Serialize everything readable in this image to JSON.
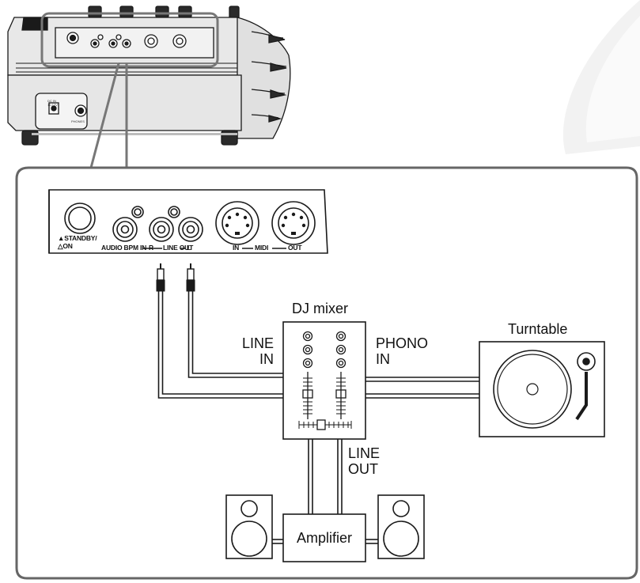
{
  "labels": {
    "dj_mixer": "DJ mixer",
    "turntable": "Turntable",
    "line_in": [
      "LINE",
      "IN"
    ],
    "phono_in": [
      "PHONO",
      "IN"
    ],
    "line_out": [
      "LINE",
      "OUT"
    ],
    "amplifier": "Amplifier"
  },
  "panel": {
    "standby": [
      "STANDBY/",
      "ON"
    ],
    "audio_bpm_in": "AUDIO BPM IN",
    "line_out_r": "R",
    "line_out": "LINE OUT",
    "line_out_l": "L",
    "midi_in": "IN",
    "midi": "MIDI",
    "midi_out": "OUT"
  },
  "device": {
    "dc_in": [
      "DC IN",
      "10-12V"
    ],
    "phones": "PHONES"
  },
  "colors": {
    "ink": "#1a1a1a",
    "callout_border": "#555555",
    "device_fill": "#e6e6e6",
    "device_shade": "#bdbdbd",
    "disc_watermark": "#f0f0f0"
  }
}
